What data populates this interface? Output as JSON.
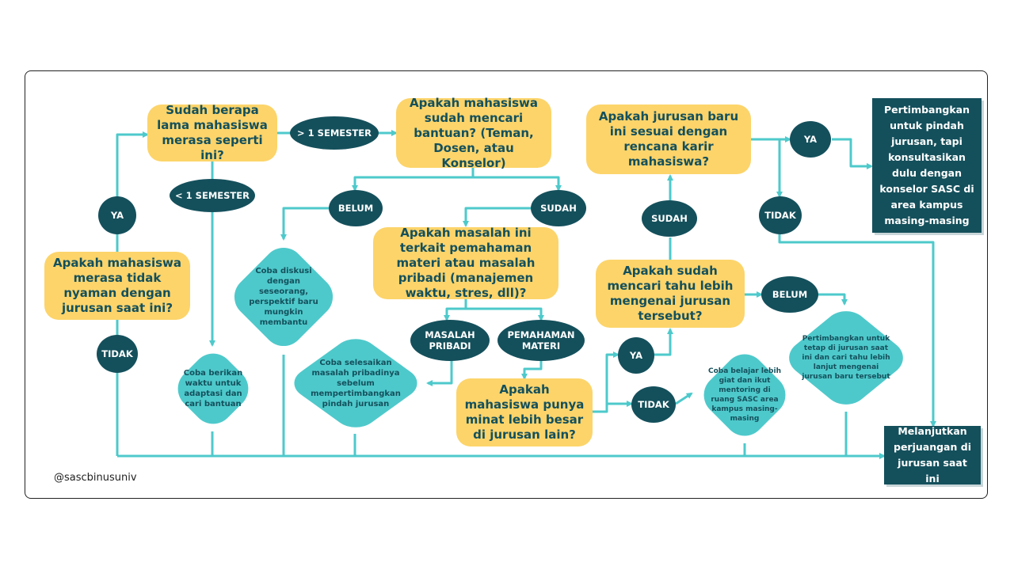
{
  "questions": {
    "q1": "Apakah mahasiswa merasa tidak nyaman dengan jurusan saat ini?",
    "q2": "Sudah berapa lama mahasiswa merasa seperti ini?",
    "q3": "Apakah mahasiswa sudah mencari bantuan? (Teman, Dosen, atau Konselor)",
    "q4": "Apakah masalah ini terkait pemahaman materi atau masalah pribadi (manajemen waktu, stres, dll)?",
    "q5": "Apakah mahasiswa punya minat lebih besar di jurusan lain?",
    "q6": "Apakah sudah mencari tahu lebih mengenai jurusan tersebut?",
    "q7": "Apakah jurusan baru ini sesuai dengan rencana karir mahasiswa?"
  },
  "labels": {
    "ya1": "YA",
    "tidak1": "TIDAK",
    "gt_semester": "> 1 SEMESTER",
    "lt_semester": "< 1 SEMESTER",
    "belum1": "BELUM",
    "sudah1": "SUDAH",
    "masalah_pribadi": "MASALAH PRIBADI",
    "pemahaman_materi": "PEMAHAMAN MATERI",
    "ya2": "YA",
    "tidak2": "TIDAK",
    "sudah2": "SUDAH",
    "belum2": "BELUM",
    "ya3": "YA",
    "tidak3": "TIDAK"
  },
  "advice": {
    "waktu": "Coba berikan waktu untuk adaptasi dan cari bantuan",
    "diskusi": "Coba diskusi dengan seseorang, perspektif baru mungkin membantu",
    "selesaikan": "Coba selesaikan masalah pribadinya sebelum mempertimbangkan pindah jurusan",
    "belajar": "Coba belajar lebih giat dan ikut mentoring di ruang SASC area kampus masing-masing",
    "tetap": "Pertimbangkan untuk tetap di jurusan saat ini dan cari tahu lebih lanjut mengenai jurusan baru tersebut"
  },
  "outcomes": {
    "pindah": "Pertimbangkan untuk pindah jurusan, tapi konsultasikan dulu dengan konselor SASC di area kampus masing-masing",
    "lanjut": "Melanjutkan perjuangan di jurusan saat ini"
  },
  "credit": "@sascbinusuniv",
  "colors": {
    "question": "#fcd46a",
    "dark": "#14505c",
    "diamond": "#4ec9cb",
    "wire": "#4ec9cb"
  }
}
